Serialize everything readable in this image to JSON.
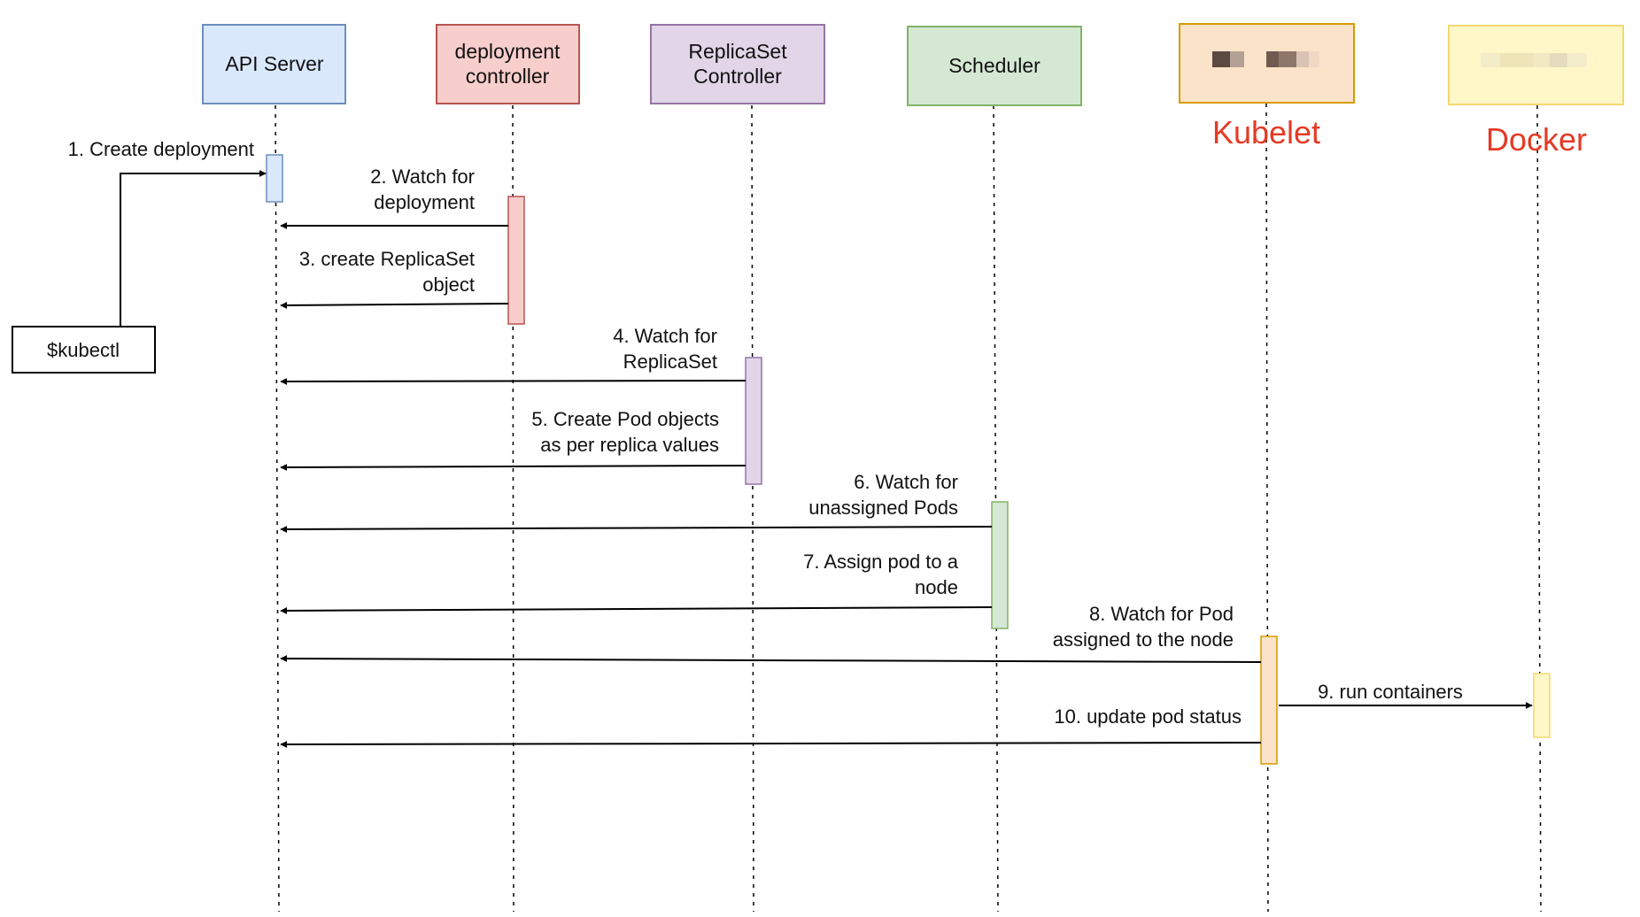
{
  "participants": [
    {
      "id": "api",
      "lines": [
        "API Server"
      ],
      "fill": "#dae8fc",
      "stroke": "#6c8ebf"
    },
    {
      "id": "deploy",
      "lines": [
        "deployment",
        "controller"
      ],
      "fill": "#f8cecc",
      "stroke": "#b85450"
    },
    {
      "id": "rs",
      "lines": [
        "ReplicaSet",
        "Controller"
      ],
      "fill": "#e1d5e7",
      "stroke": "#9673a6"
    },
    {
      "id": "sched",
      "lines": [
        "Scheduler"
      ],
      "fill": "#d5e8d4",
      "stroke": "#82b366"
    },
    {
      "id": "kubelet",
      "lines": [],
      "fill": "#fbe3c9",
      "stroke": "#d79b00",
      "overlay": "Kubelet"
    },
    {
      "id": "docker",
      "lines": [],
      "fill": "#fff7c8",
      "stroke": "#f2d86f",
      "overlay": "Docker"
    }
  ],
  "client": {
    "label": "$kubectl"
  },
  "messages": [
    {
      "id": "m1",
      "lines": [
        "1. Create deployment"
      ]
    },
    {
      "id": "m2",
      "lines": [
        "2. Watch for",
        "deployment"
      ]
    },
    {
      "id": "m3",
      "lines": [
        "3.  create ReplicaSet",
        "object"
      ]
    },
    {
      "id": "m4",
      "lines": [
        "4. Watch for",
        "ReplicaSet"
      ]
    },
    {
      "id": "m5",
      "lines": [
        "5. Create Pod objects",
        "as per replica values"
      ]
    },
    {
      "id": "m6",
      "lines": [
        "6. Watch for",
        "unassigned Pods"
      ]
    },
    {
      "id": "m7",
      "lines": [
        "7. Assign pod to a",
        "node"
      ]
    },
    {
      "id": "m8",
      "lines": [
        "8. Watch for Pod",
        "assigned to the node"
      ]
    },
    {
      "id": "m9",
      "lines": [
        "9. run containers"
      ]
    },
    {
      "id": "m10",
      "lines": [
        "10.  update pod status"
      ]
    }
  ],
  "colors": {
    "annotation_red": "#e53a24",
    "line": "#000000"
  }
}
